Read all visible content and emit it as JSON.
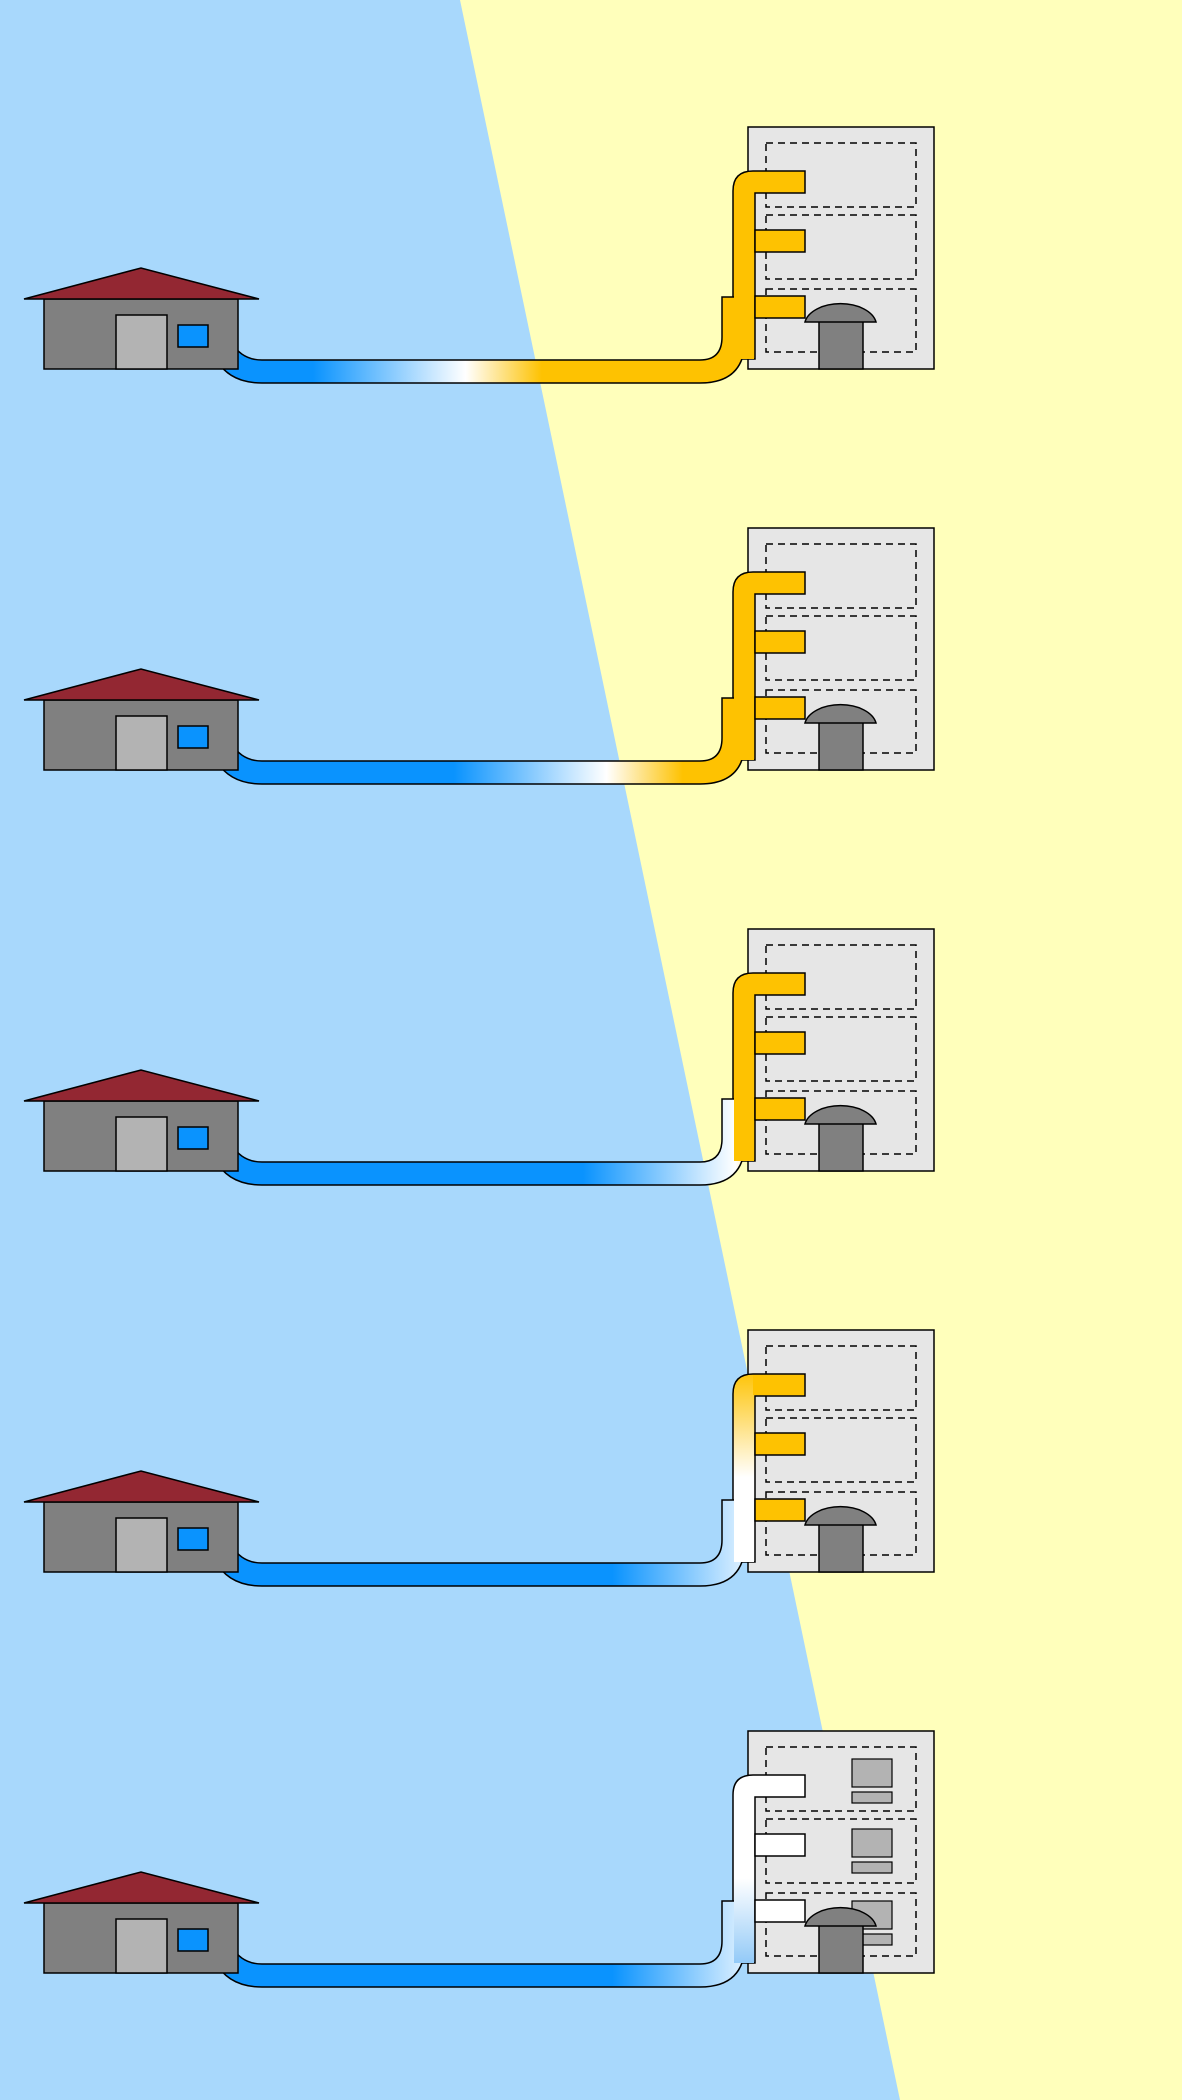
{
  "diagram": {
    "colors": {
      "sky_blue": "#a8d8fc",
      "sand_yellow": "#ffffbb",
      "roof": "#932732",
      "house_wall": "#808080",
      "door": "#b3b3b3",
      "pipe_blue": "#0a93fe",
      "pipe_white": "#ffffff",
      "pipe_orange": "#fec201",
      "building_fill": "#e6e6e6",
      "mushroom": "#808080",
      "outline": "#000000"
    },
    "stages": [
      {
        "transition_fraction": 0.49,
        "fill_level": 1.0,
        "has_rooms": false
      },
      {
        "transition_fraction": 0.73,
        "fill_level": 1.0,
        "has_rooms": false
      },
      {
        "transition_fraction": 0.95,
        "fill_level": 1.0,
        "has_rooms": false
      },
      {
        "transition_fraction": 1.0,
        "fill_level": 0.45,
        "has_rooms": false
      },
      {
        "transition_fraction": 1.0,
        "fill_level": 0.0,
        "has_rooms": true
      }
    ]
  }
}
